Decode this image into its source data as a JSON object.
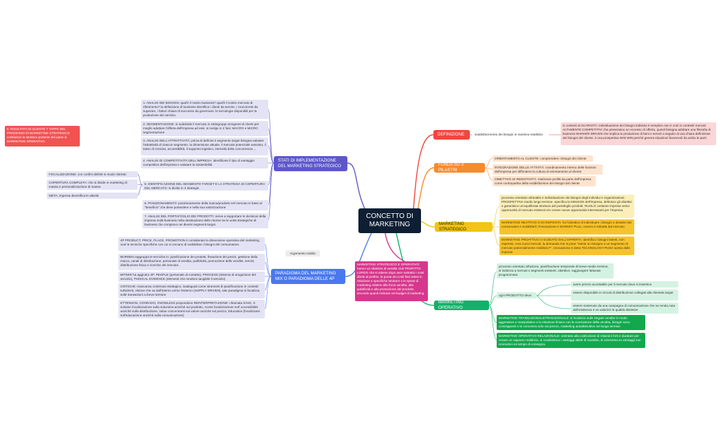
{
  "center": "CONCETTO DI MARKETING",
  "left_note": "5. RISULTATO DI QUESTE 7 TAPPE DEL PROCESSO DI MARKETING STRATEGICO costituisce la struttura portante del piano di MARKETING OPERATIVO",
  "floating_label": "Argomento mobile",
  "definizione": {
    "label": "DEFINIZIONE",
    "child": "soddisfacimento dei bisogni in maniera redditizia",
    "detail": "in contesti di SCARSITÀ: individuazione dei bisogni individui è semplice non è così in contesti/ mercati ALTAMENTE COMPETITIVI che presentano un eccesso di offerta, quindi bisogna adottare una filosofia di business MARKER-DRIVEN che implica la produzione di beni e servizi a seguito di una chiara definizione dei bisogni del cliente. è una prospettiva WIN WIN perché genera situazioni favorevoli da ambo le parti."
  },
  "pilastri": {
    "label": "FONDA SU 3 PILASTRI",
    "items": [
      "ORIENTAMENTO AL CLIENTE: comprendere i bisogni dei cliente",
      "INTEGRAZIONE DELLE ATTIVITÀ: coordinamento interno delle funzioni dell'impresa per diffondere la cultura di orientamento al cliente",
      "OBIETTIVO DI REDDITIVITÀ: realizzare profitti da parte dell'impresa come contropartita della soddisfazione dei bisogni del cliente"
    ]
  },
  "strategico": {
    "label": "MARKETING STRATEGICO",
    "items": [
      "processo orientato all'analisi e individuazione dei bisogni degli individui e organizzazioni. PROSPETTIVA medio lungo termine. specifica la MISSION dell'impresa, definisce gli obiettivi e garantisce un'equilibrata struttura del portafoglio prodotti. RUOLO costante impresa verso opportunità di mercato esistenti e/o creare nuove opportunità interessanti per l'impresa.",
      "MARKETING REATTIVO O DI RISPOSTA: ha l'obiettivo di individuare i bisogni o desideri dei consumatori e soddisfarli. l'innovazione è MARKET PULL: ovvero è estratta dal mercato",
      "MARKETING PROATTIVO O GUIDATO DALL'OFFERTA: identifica i bisogni latenti, non espressi; crea nuovi mercati, la domanda che si pone \"esiste un bisogno e un segmento di mercato potenzialmente redditizio?\", innovazione è detta TECHNOLOGY-PUSH spinta dalle imprese"
    ]
  },
  "operativo": {
    "label": "MARKETING OPERATIVO",
    "desc": "processo orientato all'azione, pianificazione temporale di breve-medio termine, si indirizza a mercati o segmenti esistenti. obiettivo: raggiungere fatturato programmato.",
    "prodotto_label": "ogni PRODOTTO deve:",
    "prodotto_items": [
      "avere prezzo accettabile per il mercato dove si inserisce",
      "essere disponibile in circuiti di distribuzione collegati alla clientela target",
      "essere sostenuto da una campagna di comunicazione che ne renda nota dell'esistenza e ne valorizzi le qualità distintive"
    ],
    "tradizionale": "MARKETING TRANSAZIONALE/TRADIZIONALE: si focalizza sulle singole vendite in modo aggressivo e manipolativo e la relazione finisce con la conclusione della vendita, bisogni sono contrapposti ci si concentra solo sul prezzo, marketing autodistruttivo nel lungo termine",
    "relazionale": "MARKETING OPERATIVO RELAZIONALE: orientato alla costruzione di relazioni forti e durature per creare un rapporto redditizio, si condividono i vantaggi attinti di scambio, si concentra su vantaggi non economici es tempo di consegna."
  },
  "strategico_operativo": "MARKETING STRATEGICO E OPERATIVO: hanno un obiettivo di vendita cioè PROFITTO LORDO che si ottiene dopo aver sottratto i costi diretti al profitto. la quota dei costi fissi attesi in relazione a specifiche strutture e le spese di marketing relative alla forza vendita, alla pubblicità e alla promozione del prodotto secondo quanti indicato nel budget di marketing",
  "stati": {
    "label": "STATI DI IMPLEMENTAZIONE DEL MARKETING STRATEGICO",
    "items": [
      "1. ANALISI DEI BISOGNI: qual'è il nostro business? qual'è il nostro mercato di riferimento? la definizione di business identifica i clienti da servire, i concorrenti da superare, i fattori chiave di successo da governare, le tecnologie disponibili per la produzione dei servizio.",
      "2. SEGMENTAZIONE: si suddivide il mercato in sottogruppi omogenei di clienti per meglio adattare l'offerta dell'impresa ad essi. si svolge in 2 fasi: MACRO e MICRO segmentazione",
      "3. ANALISI DELL'ATTRATTIVITÀ: prima di definire il segmento target bisogna valutare l'attrattività di ciascun segmento. la dimensione attuale, il mercato potenziale assoluto, il tasso di crescita, accessibilità, il supporto logistico, intensità della concorrenza....",
      "4. ANALISI DI COMPETITIVITÀ DELL'IMPRESA: identificare il tipo di vantaggio competitivo dell'impresa e valutare la sostenibilità",
      "5. IDENTIFICAZIONE DEL SEGMENTO TARGET E LA STRATEGIA DI COPERTURA DEL MERCATO: si divide in 3 strategie",
      "6. POSIZIONAMENTO: posizionamento della marca/prodotto nel mercato in base al \"beneficio\" che deve possedere e nella sua valorizzazione",
      "7. ANALISI DEL PORTAFOGLIO DEI PRODOTTI: serve a sopportare le decisioni della impresa multi-business nella destinazione delle risorse tra le unità strategiche di business che compiono nei diversi segmenti target."
    ],
    "strategie": [
      "FOCALIZZAZIONE: con confini definiti in modo ristretto",
      "COPERTURA COMPLETA: che si divide in marketing di massa e personalizzazione di massa",
      "META: impresa diversifica le attività"
    ]
  },
  "paradigma": {
    "label": "PARADIGMA DEL MARKETING MIX O PARADIGMA DELLE 4P",
    "items": [
      "4P PRODUCT, PRICE, PLACE, PROMOTION è considerato la dimensione operativa del marketing, cioè le tecniche specifiche con cui si cercano di soddisfare i bisogni del consumatore.",
      "BORDEN raggruppa le tecniche in: pianificazione dei prodotti, fissazione dei prezzi, gestione della marca, canali di distribuzione, personale di vendita, pubblicità, promozione delle vendite, servizi, distribuzione fisica e ricerche del mercato.",
      "BITNER ha aggiunto 3P: PEOPLE (personale di contatto), PROCESS (sistema di erogazione del servizio), PHISICAL EVIDENCE (elementi che rendono tangibile il servizio).",
      "CRITICHE: mancanza contenuto strategico, inadeguati come strumenti di pianificazione in contesti turbolenti, visione che va dall'interno verso l'esterno (SUPPLY DRIVEN), tale paradigma si focalizza sulle transazioni a breve termine",
      "ETTENSON, CONRADO, KNOWLESS propondono REINTERPRETAZIONE: chiamata SAVE, S solution focalizzazione sulla soluzione anziché sul prodotto, Acess focalizzazione sull' accessibilità anziché sulla distribuzione, Value concentrarsi sul valore anziché sul prezzo, Education (focalizzarsi sull'educazione anziché sulla comunicazione)"
    ]
  },
  "colors": {
    "definizione": "#f0473e",
    "pilastri": "#f68b2c",
    "strategico": "#f2c413",
    "operativo": "#14b06a",
    "strategico_operativo": "#d7378d",
    "paradigma": "#4a78ee",
    "stati": "#5d57c9",
    "center": "#0e1e33"
  }
}
